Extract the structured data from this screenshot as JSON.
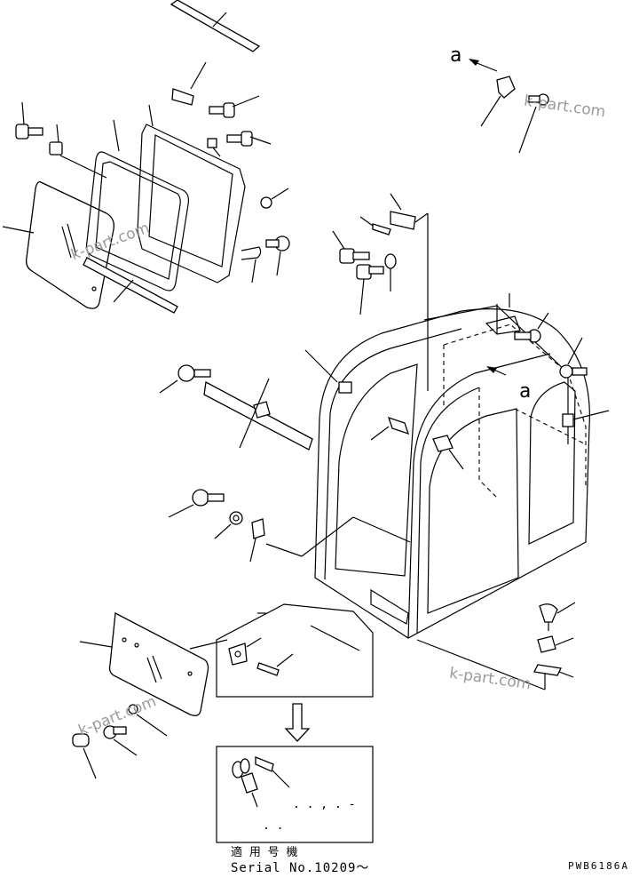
{
  "marker_a_top": "a",
  "marker_a_cab": "a",
  "watermarks": [
    "k-part.com",
    "k-part.com",
    "k-part.com",
    "k-part.com"
  ],
  "inset_ellipsis": ". . , . -",
  "inset_dots": ". .",
  "serial_jp": "適 用 号 機",
  "serial_no": "Serial No.10209〜",
  "drawing_code": "PWB6186A"
}
